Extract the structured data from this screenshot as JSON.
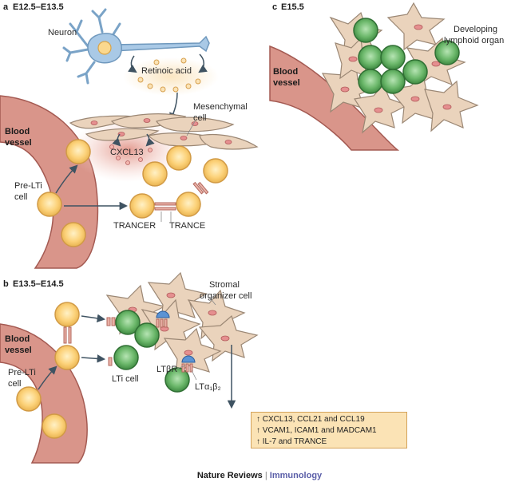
{
  "panels": {
    "a": {
      "letter": "a",
      "stage": "E12.5–E13.5"
    },
    "b": {
      "letter": "b",
      "stage": "E13.5–E14.5"
    },
    "c": {
      "letter": "c",
      "stage": "E15.5"
    }
  },
  "labels": {
    "neuron": "Neuron",
    "retinoic_acid": "Retinoic acid",
    "mesenchymal_line1": "Mesenchymal",
    "mesenchymal_line2": "cell",
    "blood_line1": "Blood",
    "blood_line2": "vessel",
    "cxcl13": "CXCL13",
    "pre_lti_line1": "Pre-LTi",
    "pre_lti_line2": "cell",
    "trancer": "TRANCER",
    "trance": "TRANCE",
    "stromal_line1": "Stromal",
    "stromal_line2": "organizer cell",
    "lti_cell": "LTi cell",
    "ltbr": "LTβR",
    "ltab": "LTα₁β₂",
    "developing_line1": "Developing",
    "developing_line2": "lymphoid organ"
  },
  "upregulated": {
    "arrow": "↑",
    "items": [
      "CXCL13, CCL21 and CCL19",
      "VCAM1, ICAM1 and MADCAM1",
      "IL-7 and TRANCE"
    ]
  },
  "footer": {
    "journal": "Nature Reviews",
    "separator": "|",
    "section": "Immunology"
  },
  "colors": {
    "vessel": "#d9958a",
    "vessel_edge": "#a45a52",
    "pre_lti_fill": "#fbd88e",
    "pre_lti_core": "#f8c45e",
    "lti_green": "#5aa05c",
    "lti_green_core": "#7fcb80",
    "stroma": "#ead3bc",
    "stroma_edge": "#9b8774",
    "accent_blue": "#5b93d4",
    "brand": "#5a5ea8"
  }
}
